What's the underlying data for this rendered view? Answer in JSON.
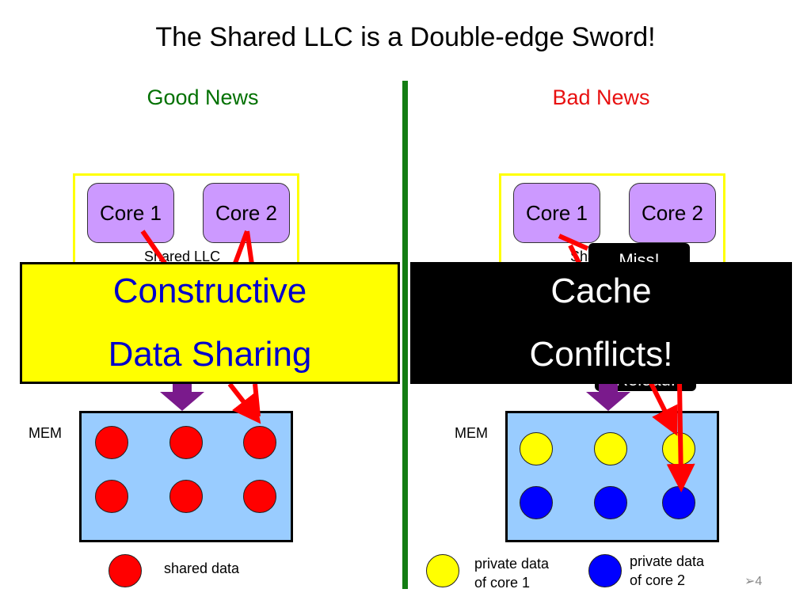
{
  "title": "The Shared LLC is a Double-edge Sword!",
  "colors": {
    "good": "#007000",
    "bad": "#e81010",
    "divider": "#137d13",
    "llc_border": "#ffff00",
    "core_fill": "#cc99ff",
    "mem_fill": "#99ccff",
    "shared_dot": "#ff0000",
    "private1_dot": "#ffff00",
    "private2_dot": "#0000ff",
    "arrow": "#ff0000",
    "down_arrow": "#7a1a8c",
    "left_banner_fill": "#ffff00",
    "left_banner_text": "#0000cc",
    "right_banner_fill": "#000000",
    "right_banner_text": "#ffffff"
  },
  "left": {
    "heading": "Good News",
    "core1": "Core 1",
    "core2": "Core 2",
    "llc_label": "Shared LLC",
    "mem_label": "MEM",
    "banner_line1": "Constructive",
    "banner_line2": "Data Sharing",
    "legend_label": "shared data"
  },
  "right": {
    "heading": "Bad News",
    "core1": "Core 1",
    "core2": "Core 2",
    "llc_label": "Shared LLC",
    "mem_label": "MEM",
    "callout_top": "Miss!",
    "callout_bottom": "Reload!",
    "banner_line1": "Cache",
    "banner_line2": "Conflicts!",
    "legend1_line1": "private data",
    "legend1_line2": "of core 1",
    "legend2_line1": "private data",
    "legend2_line2": "of core 2"
  },
  "page_number": "4",
  "page_marker": "➢"
}
